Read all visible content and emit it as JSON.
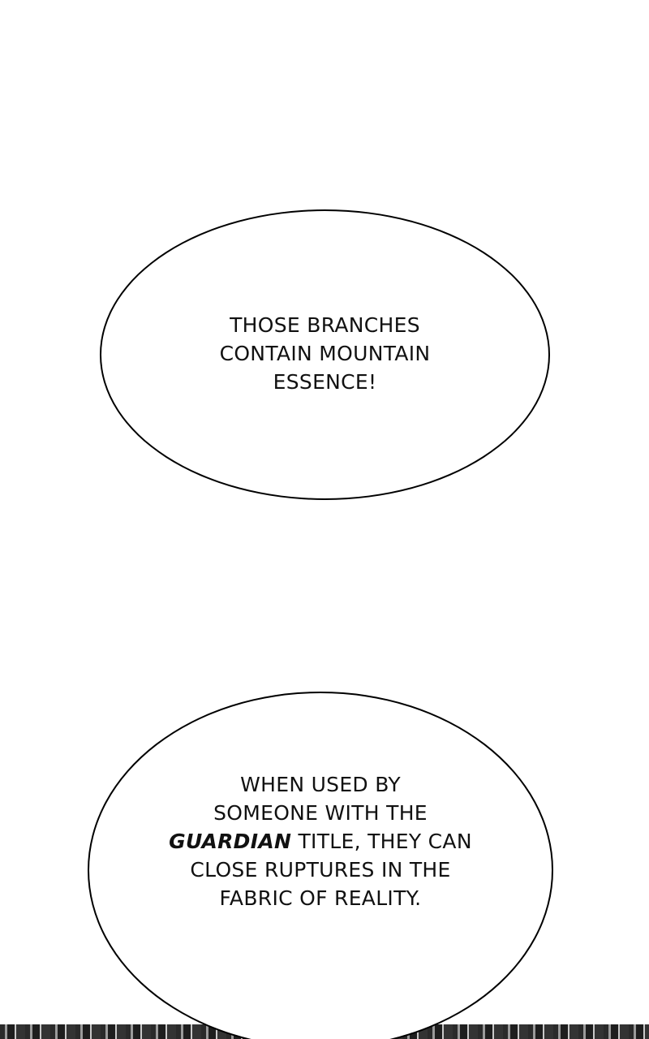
{
  "bubbles": [
    {
      "lines": [
        "THOSE BRANCHES",
        "CONTAIN MOUNTAIN",
        "ESSENCE!"
      ]
    },
    {
      "line1": "WHEN USED BY",
      "line2": "SOMEONE WITH THE",
      "line3_emphasis": "GUARDIAN",
      "line3_rest": " TITLE, THEY CAN",
      "line4": "CLOSE RUPTURES IN THE",
      "line5": "FABRIC OF REALITY."
    }
  ],
  "colors": {
    "background": "#ffffff",
    "bubble_border": "#000000",
    "text": "#111111"
  }
}
